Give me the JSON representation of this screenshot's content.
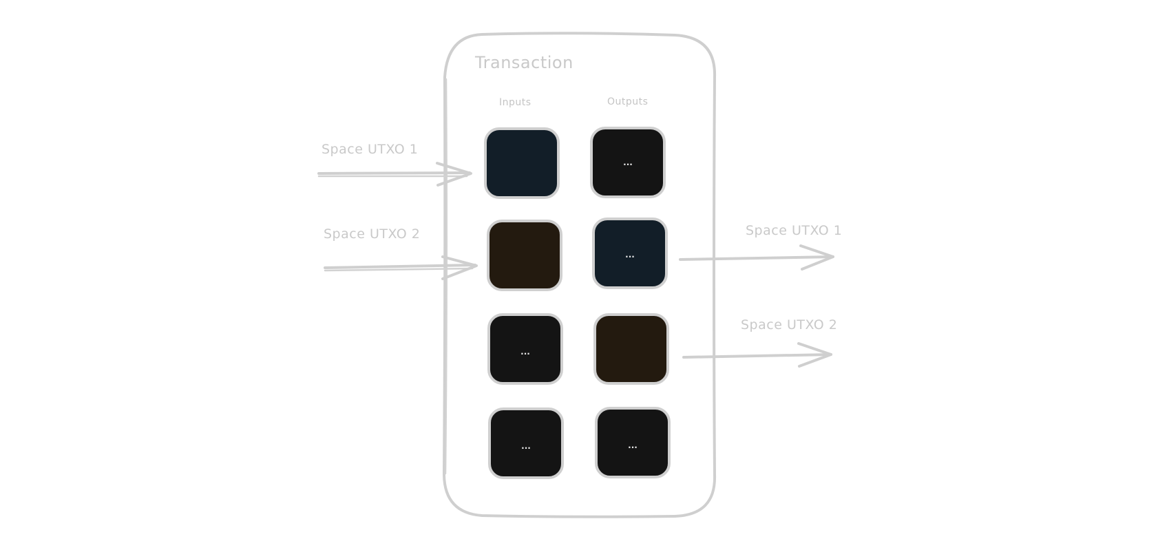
{
  "transaction": {
    "title": "Transaction",
    "inputs_label": "Inputs",
    "outputs_label": "Outputs"
  },
  "left_arrows": [
    {
      "label": "Space UTXO 1"
    },
    {
      "label": "Space UTXO 2"
    }
  ],
  "right_arrows": [
    {
      "label": "Space UTXO 1"
    },
    {
      "label": "Space UTXO 2"
    }
  ],
  "inputs": [
    {
      "fill": "#121e28",
      "text": ""
    },
    {
      "fill": "#231a0f",
      "text": ""
    },
    {
      "fill": "#141414",
      "text": "..."
    },
    {
      "fill": "#141414",
      "text": "..."
    }
  ],
  "outputs": [
    {
      "fill": "#141414",
      "text": "..."
    },
    {
      "fill": "#121e28",
      "text": "..."
    },
    {
      "fill": "#231a0f",
      "text": ""
    },
    {
      "fill": "#141414",
      "text": "..."
    }
  ],
  "colors": {
    "stroke": "#cfcfcf",
    "background": "#ffffff",
    "dark_blue": "#121e28",
    "dark_brown": "#231a0f",
    "near_black": "#141414"
  }
}
